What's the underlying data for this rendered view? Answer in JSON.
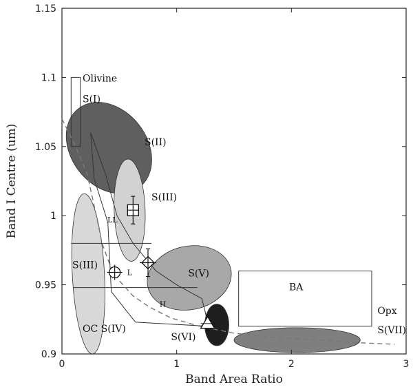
{
  "chart_data": {
    "type": "scatter",
    "xlabel": "Band Area Ratio",
    "ylabel": "Band I Centre (um)",
    "xlim": [
      0,
      3
    ],
    "ylim": [
      0.9,
      1.15
    ],
    "x_ticks": [
      "0",
      "1",
      "2",
      "3"
    ],
    "y_ticks": [
      "0.9",
      "0.95",
      "1",
      "1.05",
      "1.1",
      "1.15"
    ],
    "grid": false,
    "regions": [
      {
        "label": "S(II)",
        "shape": "ellipse",
        "cx": 0.41,
        "cy": 1.049,
        "rx": 0.33,
        "ry": 0.036,
        "angle": -38,
        "fill": "#5f5f5f"
      },
      {
        "label": "S(III)",
        "shape": "ellipse",
        "cx": 0.59,
        "cy": 1.004,
        "rx": 0.135,
        "ry": 0.037,
        "angle": -2,
        "fill": "#d2d2d2"
      },
      {
        "label": "S(III)",
        "shape": "ellipse",
        "cx": 0.23,
        "cy": 0.958,
        "rx": 0.14,
        "ry": 0.058,
        "angle": -3,
        "fill": "#d8d8d8"
      },
      {
        "label": "S(V)",
        "shape": "ellipse",
        "cx": 1.11,
        "cy": 0.955,
        "rx": 0.37,
        "ry": 0.023,
        "angle": -12,
        "fill": "#a8a8a8"
      },
      {
        "label": "S(VI)",
        "shape": "ellipse",
        "cx": 1.35,
        "cy": 0.921,
        "rx": 0.105,
        "ry": 0.015,
        "angle": 0,
        "fill": "#1e1e1e"
      },
      {
        "label": "S(VII)",
        "shape": "ellipse",
        "cx": 2.05,
        "cy": 0.91,
        "rx": 0.55,
        "ry": 0.009,
        "angle": 0,
        "fill": "#7f7f7f"
      }
    ],
    "boxes": [
      {
        "label": "Olivine S(I)",
        "points": [
          [
            0.08,
            1.1
          ],
          [
            0.16,
            1.1
          ],
          [
            0.16,
            1.05
          ],
          [
            0.08,
            1.05
          ]
        ]
      },
      {
        "label": "BA",
        "points": [
          [
            1.54,
            0.96
          ],
          [
            2.7,
            0.96
          ],
          [
            2.7,
            0.92
          ],
          [
            1.54,
            0.92
          ]
        ]
      }
    ],
    "ordinary_chondrite_region": {
      "label": "OC S(IV)",
      "outline": [
        [
          0.25,
          1.06
        ],
        [
          0.38,
          1.03
        ],
        [
          0.48,
          1.0
        ],
        [
          0.62,
          0.98
        ],
        [
          0.82,
          0.96
        ],
        [
          1.0,
          0.95
        ],
        [
          1.22,
          0.94
        ],
        [
          1.28,
          0.92
        ],
        [
          0.64,
          0.923
        ],
        [
          0.43,
          0.945
        ],
        [
          0.4,
          0.995
        ],
        [
          0.28,
          1.027
        ]
      ],
      "subregions": [
        {
          "label": "LL",
          "x": 0.44,
          "y": 0.995
        },
        {
          "label": "L",
          "x": 0.59,
          "y": 0.957
        },
        {
          "label": "H",
          "x": 0.88,
          "y": 0.934
        }
      ],
      "dividers": [
        {
          "points": [
            [
              0.08,
              0.98
            ],
            [
              0.78,
              0.98
            ]
          ]
        },
        {
          "points": [
            [
              0.1,
              0.948
            ],
            [
              1.18,
              0.948
            ]
          ]
        }
      ]
    },
    "reference_curve": {
      "style": "dashed",
      "x": [
        0.0,
        0.12,
        0.22,
        0.3,
        0.35,
        0.42,
        0.5,
        0.62,
        0.76,
        0.95,
        1.2,
        1.5,
        1.85,
        2.25,
        2.6,
        2.9
      ],
      "y": [
        1.07,
        1.05,
        1.03,
        1.0,
        0.98,
        0.964,
        0.953,
        0.942,
        0.934,
        0.926,
        0.92,
        0.915,
        0.912,
        0.91,
        0.908,
        0.907
      ]
    },
    "points": [
      {
        "marker": "square-cross",
        "x": 0.62,
        "y": 1.004,
        "y_err": [
          0.994,
          1.014
        ]
      },
      {
        "marker": "circle-cross",
        "x": 0.46,
        "y": 0.959,
        "y_err": []
      },
      {
        "marker": "diamond-cross",
        "x": 0.75,
        "y": 0.966,
        "y_err": [
          0.956,
          0.976
        ]
      },
      {
        "marker": "triangle",
        "x": 1.27,
        "y": 0.922,
        "y_err": [
          0.917,
          0.928
        ]
      }
    ],
    "labels": [
      {
        "text": "Olivine",
        "x": 0.18,
        "y": 1.097
      },
      {
        "text": "S(I)",
        "x": 0.18,
        "y": 1.082
      },
      {
        "text": "S(II)",
        "x": 0.72,
        "y": 1.051
      },
      {
        "text": "S(III)",
        "x": 0.78,
        "y": 1.011
      },
      {
        "text": "S(III)",
        "x": 0.09,
        "y": 0.962
      },
      {
        "text": "S(V)",
        "x": 1.1,
        "y": 0.956
      },
      {
        "text": "BA",
        "x": 1.98,
        "y": 0.946
      },
      {
        "text": "OC S(IV)",
        "x": 0.18,
        "y": 0.916
      },
      {
        "text": "S(VI)",
        "x": 0.95,
        "y": 0.91
      },
      {
        "text": "Opx",
        "x": 2.75,
        "y": 0.929
      },
      {
        "text": "S(VII)",
        "x": 2.75,
        "y": 0.915
      }
    ]
  }
}
